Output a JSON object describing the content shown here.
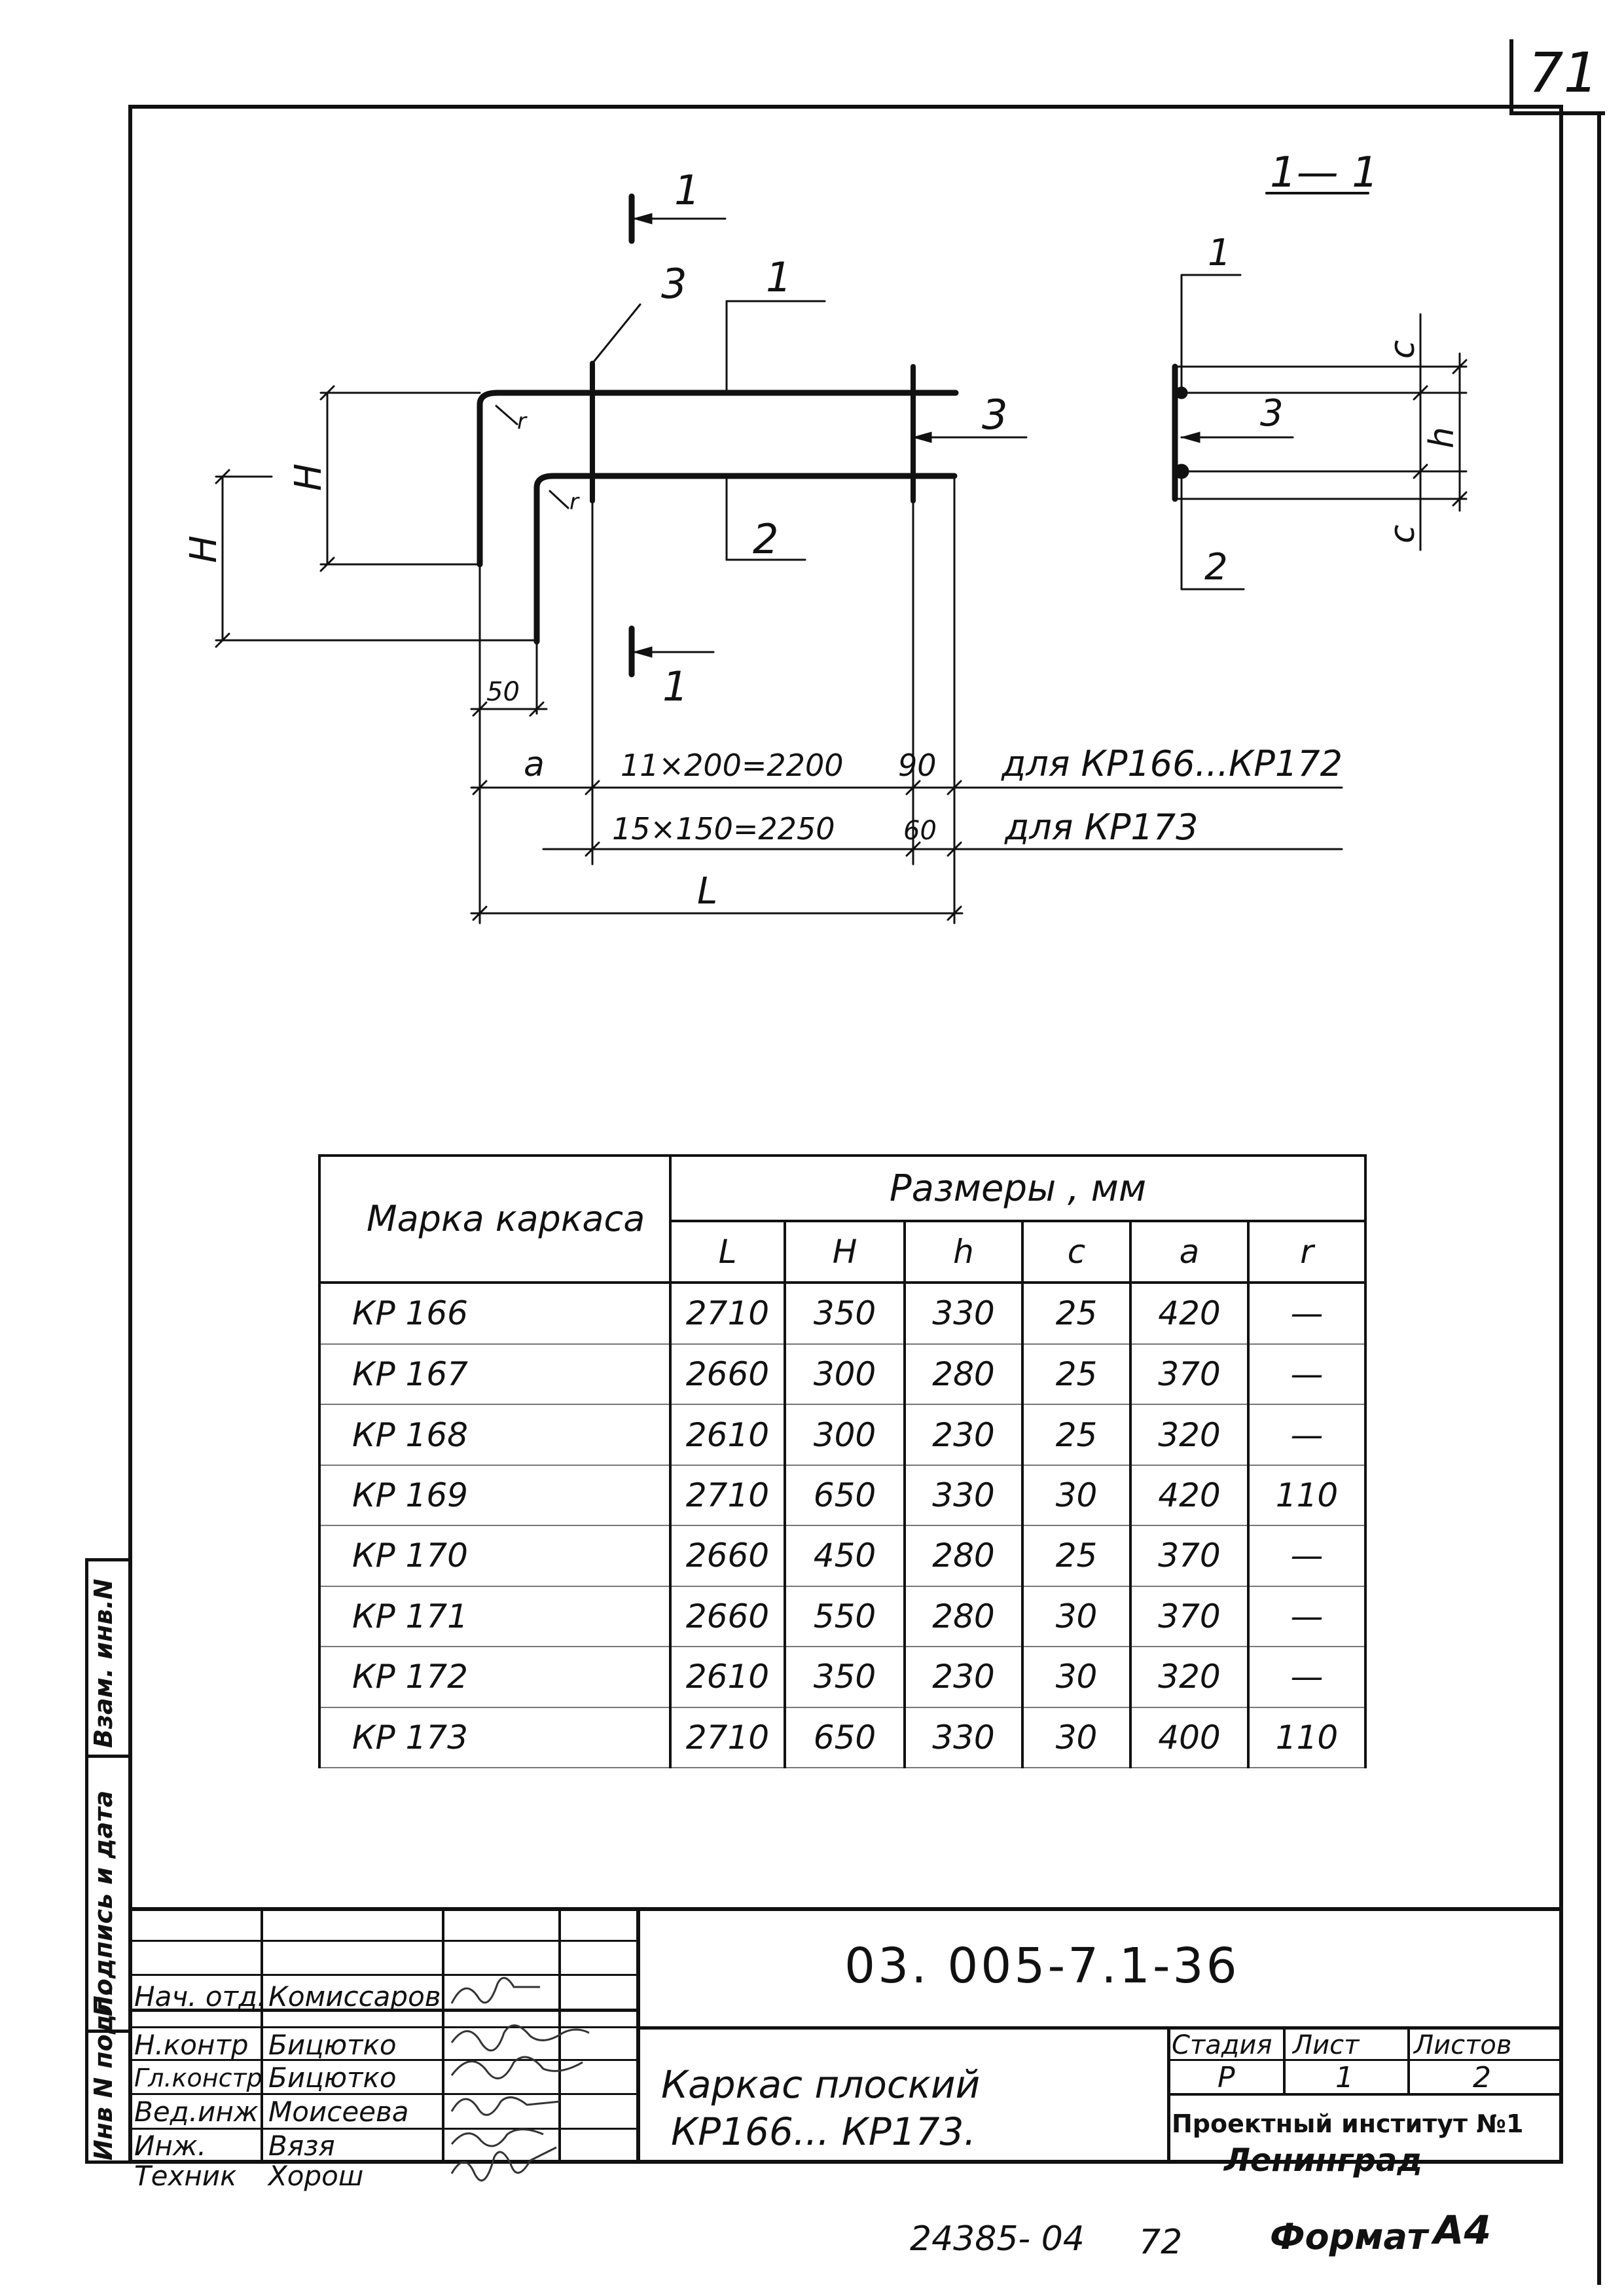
{
  "sheet_number_corner": "71",
  "drawing": {
    "section_label": "1— 1",
    "section_mark_top": "1",
    "section_mark_bottom": "1",
    "pos_1": "1",
    "pos_2": "2",
    "pos_3_top": "3",
    "pos_3_right": "3",
    "dim_H_left": "H",
    "dim_H_inner": "H",
    "radius_a": "r",
    "radius_b": "r",
    "dim_50": "50",
    "dim_a": "a",
    "dim_row1": "11×200=2200",
    "dim_90": "90",
    "note_row1": "для КР166...КР172",
    "dim_row2": "15×150=2250",
    "dim_60": "60",
    "note_row2": "для КР173",
    "dim_L": "L",
    "sec_pos_1": "1",
    "sec_pos_2": "2",
    "sec_pos_3": "3",
    "sec_c_top": "c",
    "sec_h": "h",
    "sec_c_bottom": "c"
  },
  "table": {
    "header_mark": "Марка каркаса",
    "header_sizes": "Размеры , мм",
    "columns": [
      "L",
      "H",
      "h",
      "c",
      "a",
      "r"
    ],
    "rows": [
      {
        "mark": "КР 166",
        "L": "2710",
        "H": "350",
        "h": "330",
        "c": "25",
        "a": "420",
        "r": "—"
      },
      {
        "mark": "КР 167",
        "L": "2660",
        "H": "300",
        "h": "280",
        "c": "25",
        "a": "370",
        "r": "—"
      },
      {
        "mark": "КР 168",
        "L": "2610",
        "H": "300",
        "h": "230",
        "c": "25",
        "a": "320",
        "r": "—"
      },
      {
        "mark": "КР 169",
        "L": "2710",
        "H": "650",
        "h": "330",
        "c": "30",
        "a": "420",
        "r": "110"
      },
      {
        "mark": "КР 170",
        "L": "2660",
        "H": "450",
        "h": "280",
        "c": "25",
        "a": "370",
        "r": "—"
      },
      {
        "mark": "КР 171",
        "L": "2660",
        "H": "550",
        "h": "280",
        "c": "30",
        "a": "370",
        "r": "—"
      },
      {
        "mark": "КР 172",
        "L": "2610",
        "H": "350",
        "h": "230",
        "c": "30",
        "a": "320",
        "r": "—"
      },
      {
        "mark": "КР 173",
        "L": "2710",
        "H": "650",
        "h": "330",
        "c": "30",
        "a": "400",
        "r": "110"
      }
    ]
  },
  "title_block": {
    "doc_code": "03. 005-7.1-36",
    "title_line1": "Каркас плоский",
    "title_line2": "КР166... КР173.",
    "stage_label": "Стадия",
    "sheet_label": "Лист",
    "sheets_label": "Листов",
    "stage_value": "Р",
    "sheet_value": "1",
    "sheets_value": "2",
    "org_line1": "Проектный институт №1",
    "org_line2": "Ленинград",
    "staff": [
      {
        "role": "Нач. отд.",
        "name": "Комиссаров"
      },
      {
        "role": "Н.контр",
        "name": "Бицютко"
      },
      {
        "role": "Гл.констр",
        "name": "Бицютко"
      },
      {
        "role": "Вед.инж",
        "name": "Моисеева"
      },
      {
        "role": "Инж.",
        "name": "Вязя"
      },
      {
        "role": "Техник",
        "name": "Хорош"
      }
    ]
  },
  "side_labels": {
    "inv_podl": "Инв N подл.",
    "podpis_data": "Подпись и дата",
    "vzam_inv": "Взам. инв.N"
  },
  "footer": {
    "archive_number": "24385- 04",
    "page_number": "72",
    "format_label": "Формат",
    "format_value": "А4"
  }
}
